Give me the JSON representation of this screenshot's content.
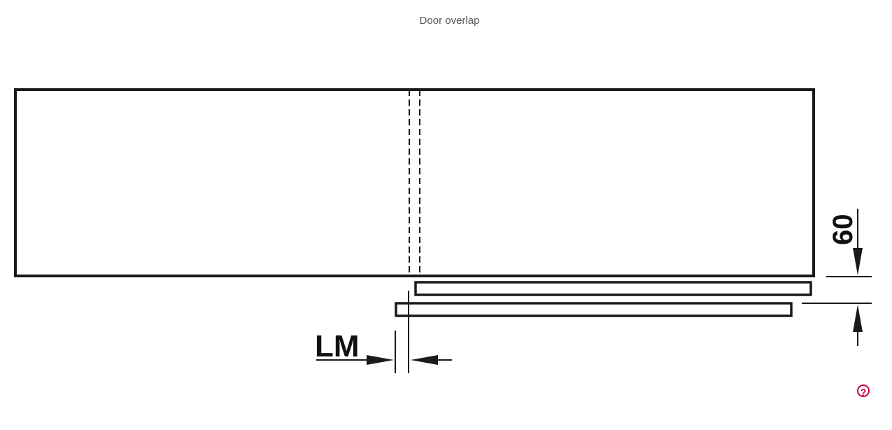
{
  "title": "Door overlap",
  "diagram": {
    "dimension_vertical": "60",
    "dimension_horizontal": "LM"
  },
  "help_icon": "?",
  "colors": {
    "line": "#1a1a1a",
    "accent": "#c8003c"
  }
}
